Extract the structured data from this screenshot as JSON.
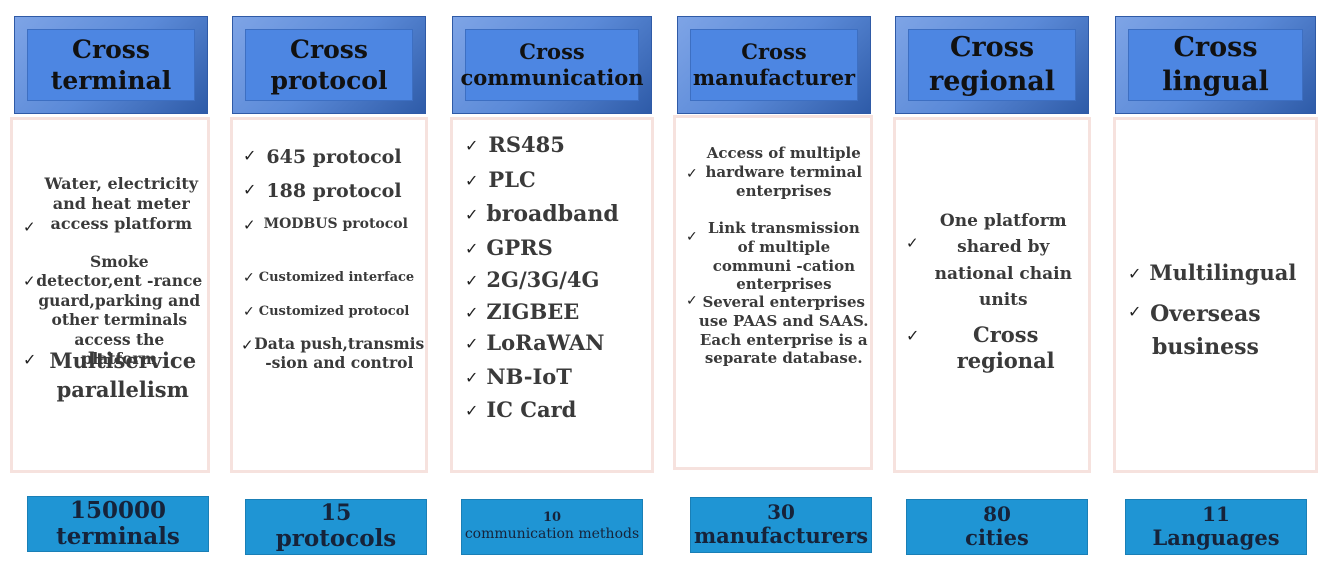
{
  "columns": [
    {
      "header": {
        "line1": "Cross",
        "line2": "terminal"
      },
      "items": [
        {
          "text": "Water, electricity and heat meter access platform"
        },
        {
          "text": "Smoke detector,ent -rance guard,parking and other terminals access the platform"
        },
        {
          "text": "Multiservice parallelism"
        }
      ],
      "stat": {
        "number": "150000",
        "label": "terminals"
      }
    },
    {
      "header": {
        "line1": "Cross",
        "line2": "protocol"
      },
      "items": [
        {
          "text": "645 protocol"
        },
        {
          "text": "188 protocol"
        },
        {
          "text": "MODBUS protocol"
        },
        {
          "text": "Customized interface"
        },
        {
          "text": "Customized protocol"
        },
        {
          "text": "Data push,transmis -sion and control"
        }
      ],
      "stat": {
        "number": "15",
        "label": "protocols"
      }
    },
    {
      "header": {
        "line1": "Cross",
        "line2": "communication"
      },
      "items": [
        {
          "text": "RS485"
        },
        {
          "text": "PLC"
        },
        {
          "text": "broadband"
        },
        {
          "text": "GPRS"
        },
        {
          "text": "2G/3G/4G"
        },
        {
          "text": "ZIGBEE"
        },
        {
          "text": "LoRaWAN"
        },
        {
          "text": "NB-IoT"
        },
        {
          "text": "IC Card"
        }
      ],
      "stat": {
        "number": "10",
        "label": "communication methods"
      }
    },
    {
      "header": {
        "line1": "Cross",
        "line2": "manufacturer"
      },
      "items": [
        {
          "text": "Access of multiple hardware terminal enterprises"
        },
        {
          "text": "Link transmission of multiple communi -cation enterprises"
        },
        {
          "text": "Several enterprises use PAAS and SAAS. Each enterprise is a separate database."
        }
      ],
      "stat": {
        "number": "30",
        "label": "manufacturers"
      }
    },
    {
      "header": {
        "line1": "Cross",
        "line2": "regional"
      },
      "items": [
        {
          "text": "One platform shared by national chain units"
        },
        {
          "text": "Cross regional"
        }
      ],
      "stat": {
        "number": "80",
        "label": "cities"
      }
    },
    {
      "header": {
        "line1": "Cross",
        "line2": "lingual"
      },
      "items": [
        {
          "text": "Multilingual"
        },
        {
          "text": "Overseas business"
        }
      ],
      "stat": {
        "number": "11",
        "label": "Languages"
      }
    }
  ],
  "check_glyph": "✓",
  "colors": {
    "header_face": "#4d86e2",
    "header_bevel": "#3f72c8",
    "panel_border": "#f6e2de",
    "stat_fill": "#1f95d4"
  }
}
